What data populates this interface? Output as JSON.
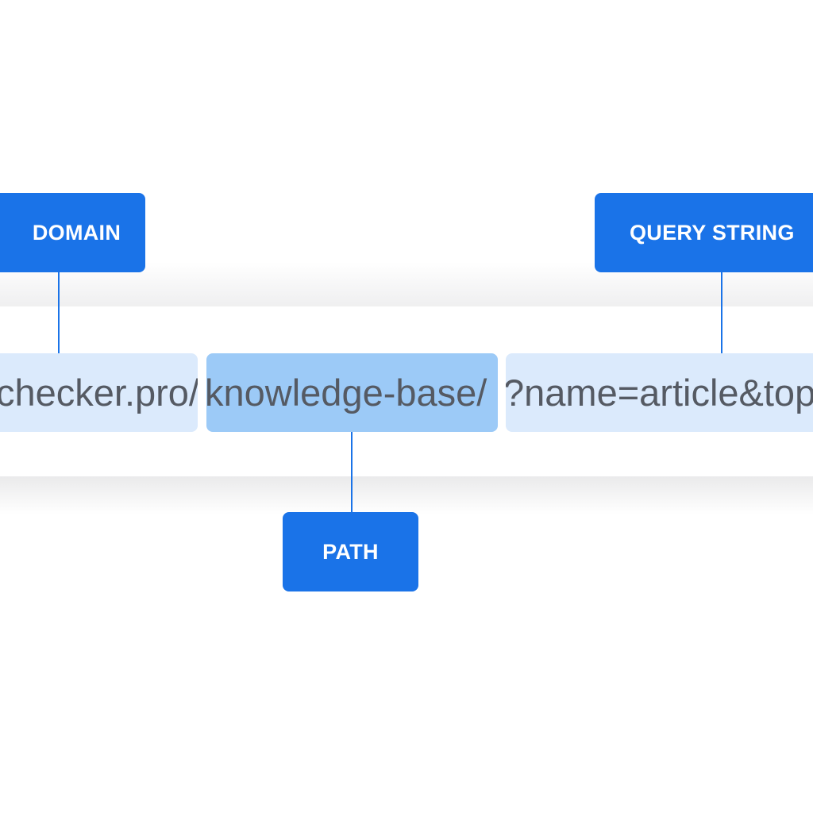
{
  "url": {
    "domain_text": "checker.pro/",
    "path_text": "knowledge-base/",
    "query_text": "?name=article&top"
  },
  "labels": {
    "domain": "DOMAIN",
    "path": "PATH",
    "query": "QUERY STRING"
  },
  "colors": {
    "label_bg": "#1a73e8",
    "label_text": "#ffffff",
    "segment_light": "#dbeafc",
    "segment_highlight": "#9ccaf7",
    "url_text": "#555a63",
    "connector": "#1a73e8"
  }
}
